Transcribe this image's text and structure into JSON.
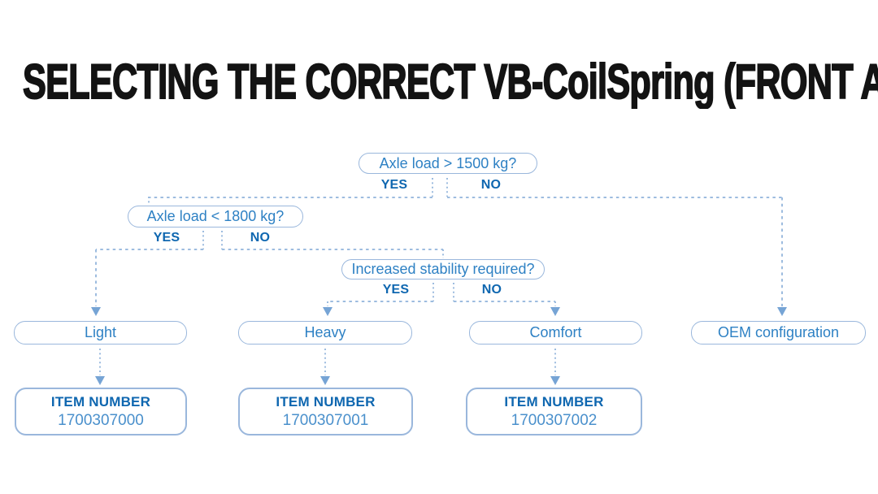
{
  "page": {
    "title": "SELECTING THE CORRECT VB-CoilSpring (FRONT AXLE)"
  },
  "colors": {
    "title_text": "#131313",
    "box_border": "#9ab7dc",
    "box_text": "#2e81c4",
    "label_text": "#0f67b0",
    "item_number_text": "#4a90cc",
    "connector": "#9dbcdf",
    "arrow": "#76a4d5",
    "background": "#ffffff"
  },
  "flowchart": {
    "decisions": [
      {
        "question": "Axle load > 1500 kg?",
        "yes_label": "YES",
        "no_label": "NO"
      },
      {
        "question": "Axle load < 1800 kg?",
        "yes_label": "YES",
        "no_label": "NO"
      },
      {
        "question": "Increased stability required?",
        "yes_label": "YES",
        "no_label": "NO"
      }
    ],
    "options": [
      {
        "label": "Light"
      },
      {
        "label": "Heavy"
      },
      {
        "label": "Comfort"
      },
      {
        "label": "OEM configuration"
      }
    ],
    "items": [
      {
        "heading": "ITEM NUMBER",
        "number": "1700307000"
      },
      {
        "heading": "ITEM NUMBER",
        "number": "1700307001"
      },
      {
        "heading": "ITEM NUMBER",
        "number": "1700307002"
      }
    ]
  }
}
